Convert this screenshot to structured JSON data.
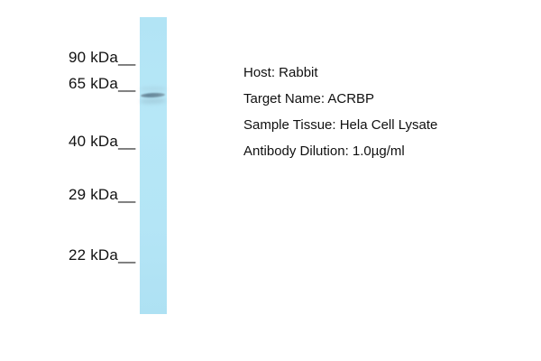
{
  "figure": {
    "type": "western-blot",
    "blot": {
      "markers": [
        {
          "label": "90 kDa__"
        },
        {
          "label": "65 kDa__"
        },
        {
          "label": "40 kDa__"
        },
        {
          "label": "29 kDa__"
        },
        {
          "label": "22 kDa__"
        }
      ],
      "lanes": 1,
      "band_position": "between 65 kDa and 40 kDa markers, just below 65 kDa"
    },
    "info": {
      "lines": [
        "Host: Rabbit",
        "Target Name: ACRBP",
        "Sample Tissue: Hela Cell Lysate",
        "Antibody Dilution: 1.0µg/ml"
      ]
    },
    "colors": {
      "background": "#ffffff",
      "lane": "#b4e5f6",
      "band": "#6f8fa0",
      "text": "#111111"
    }
  }
}
